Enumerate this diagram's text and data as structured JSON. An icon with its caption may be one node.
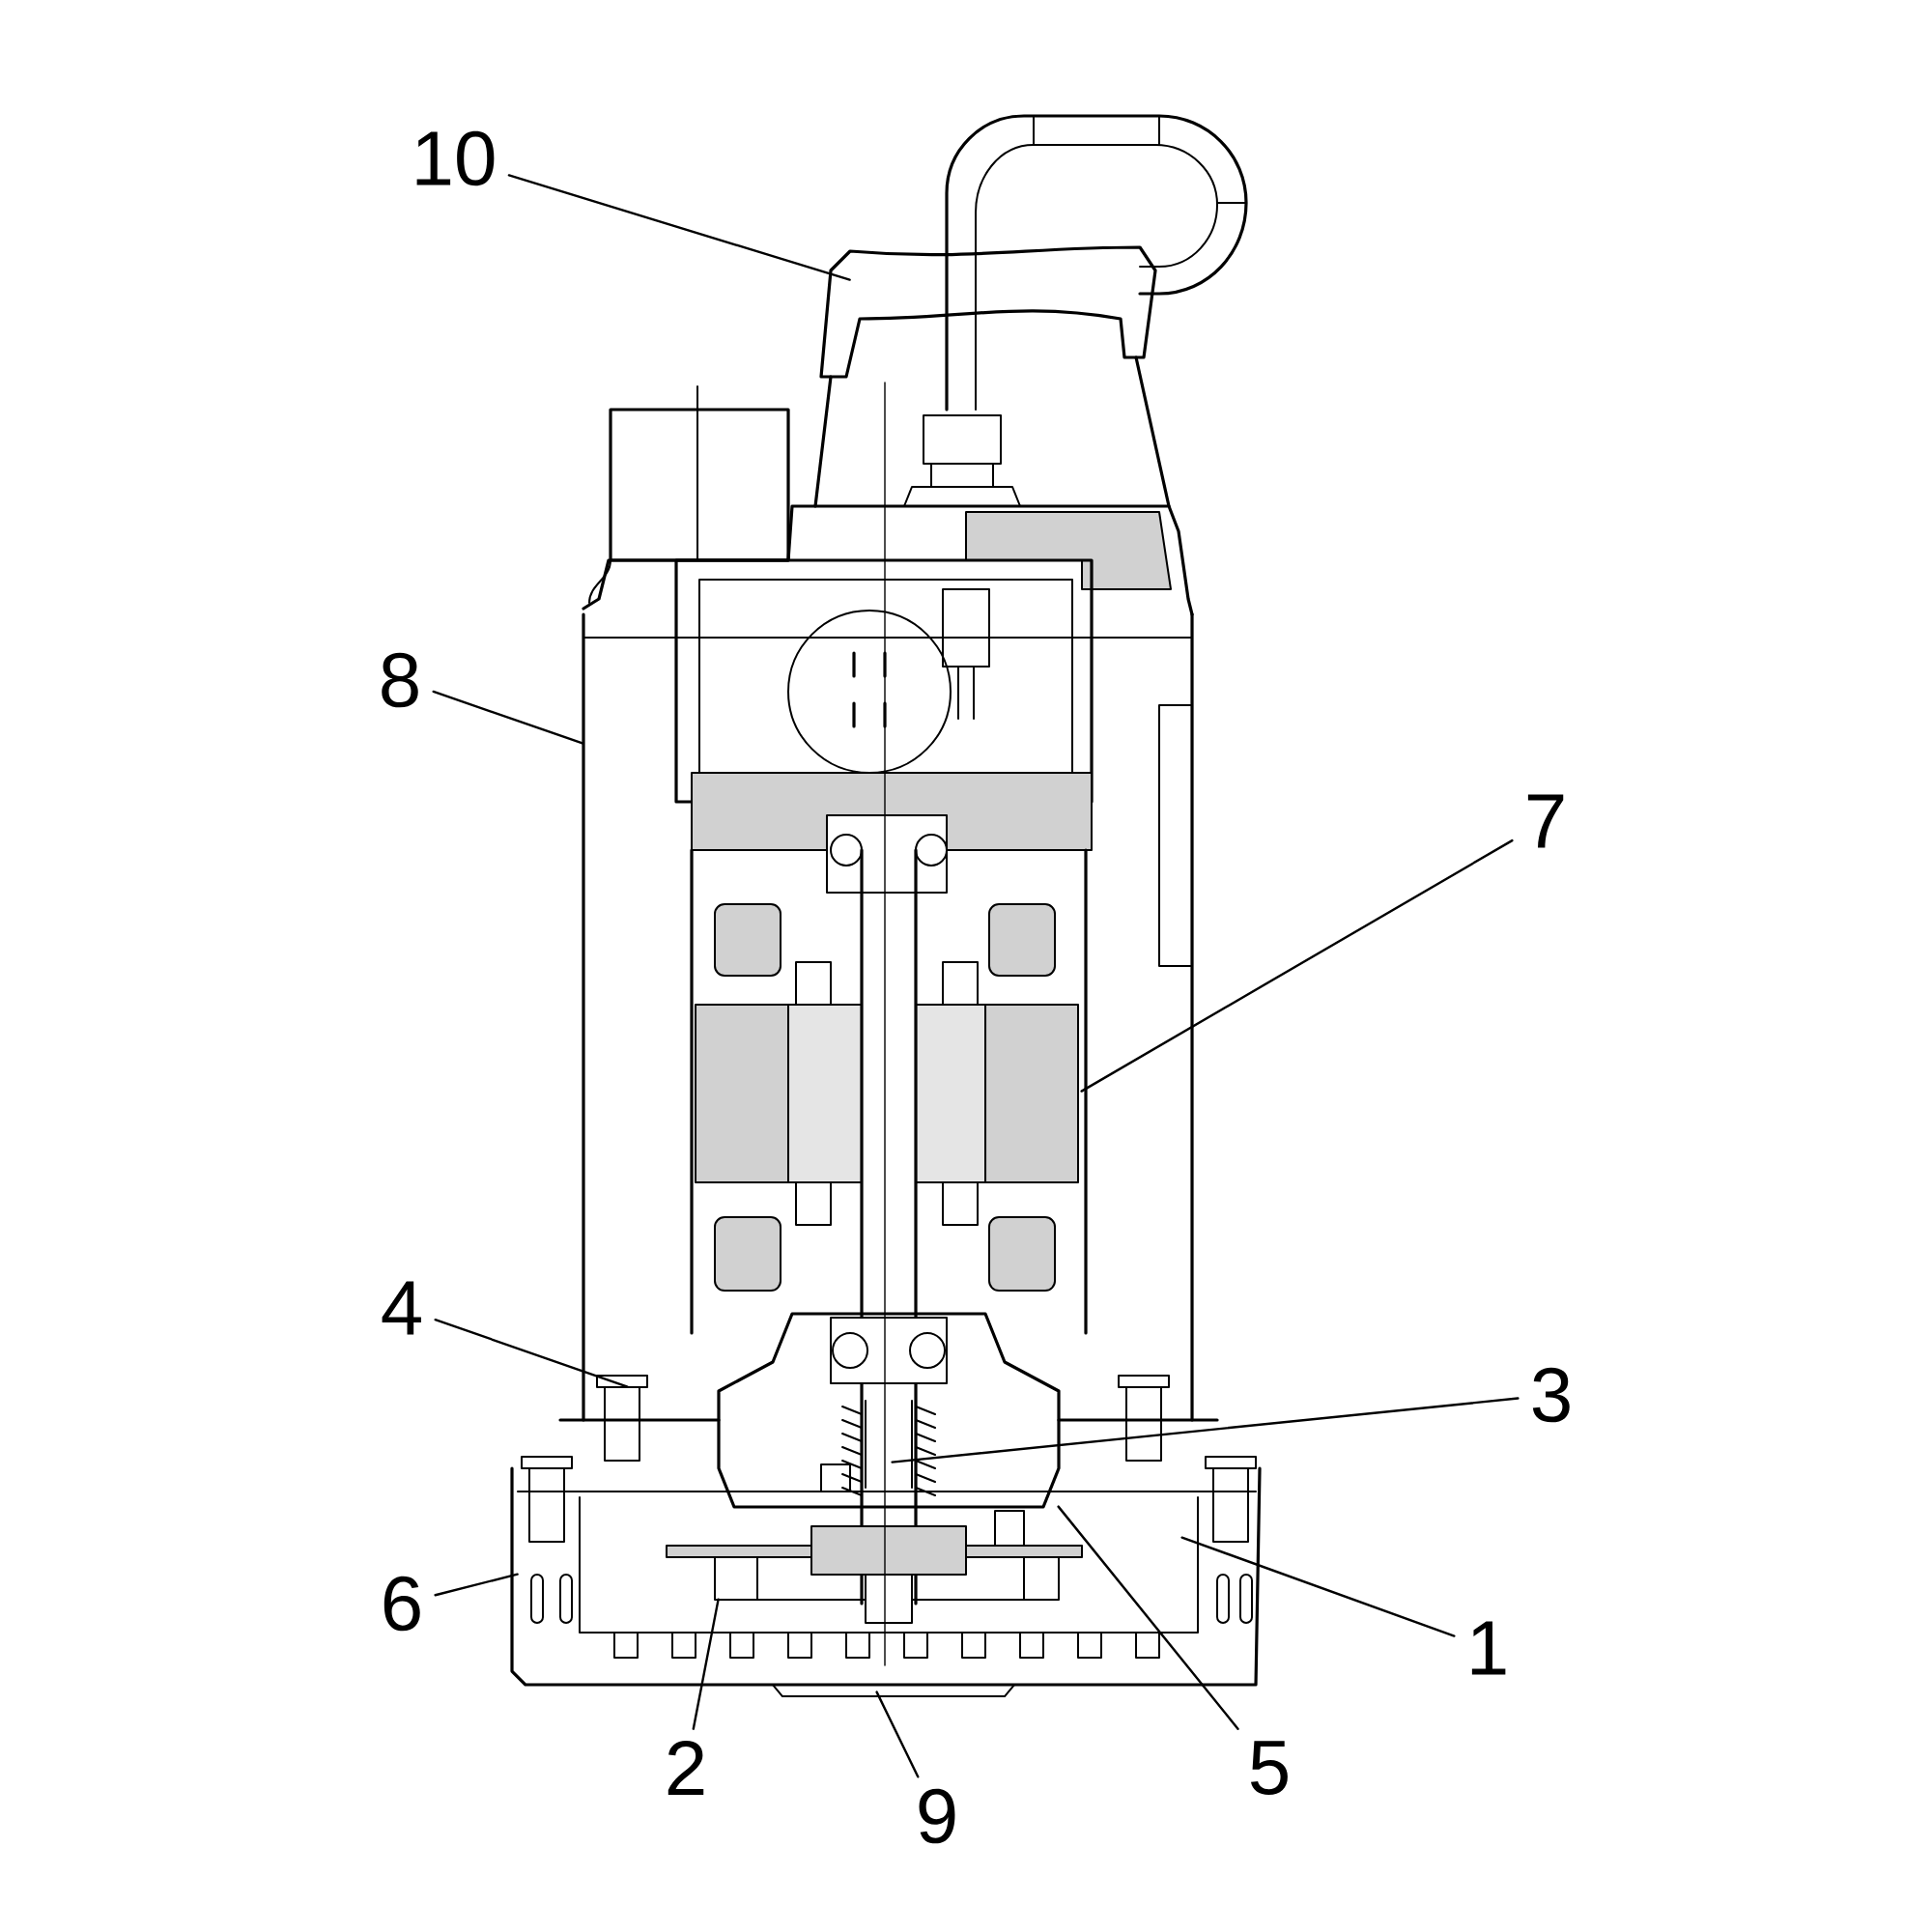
{
  "diagram": {
    "nodes": [
      {
        "text": [
          "10"
        ]
      },
      {
        "text": [
          "8"
        ]
      },
      {
        "text": [
          "7"
        ]
      },
      {
        "text": [
          "4"
        ]
      },
      {
        "text": [
          "3"
        ]
      },
      {
        "text": [
          "6"
        ]
      },
      {
        "text": [
          "1"
        ]
      },
      {
        "text": [
          "2"
        ]
      },
      {
        "text": [
          "5"
        ]
      },
      {
        "text": [
          "9"
        ]
      },
      {
        "text": [],
        "shape": "picture"
      }
    ],
    "edges": [
      {
        "from": 0,
        "to": 10,
        "arrow": "none"
      },
      {
        "from": 1,
        "to": 10,
        "arrow": "none"
      },
      {
        "from": 2,
        "to": 10,
        "arrow": "none"
      },
      {
        "from": 3,
        "to": 10,
        "arrow": "none"
      },
      {
        "from": 4,
        "to": 10,
        "arrow": "none"
      },
      {
        "from": 5,
        "to": 10,
        "arrow": "none"
      },
      {
        "from": 6,
        "to": 10,
        "arrow": "none"
      },
      {
        "from": 7,
        "to": 10,
        "arrow": "none"
      },
      {
        "from": 8,
        "to": 10,
        "arrow": "none"
      },
      {
        "from": 9,
        "to": 10,
        "arrow": "none"
      }
    ]
  }
}
